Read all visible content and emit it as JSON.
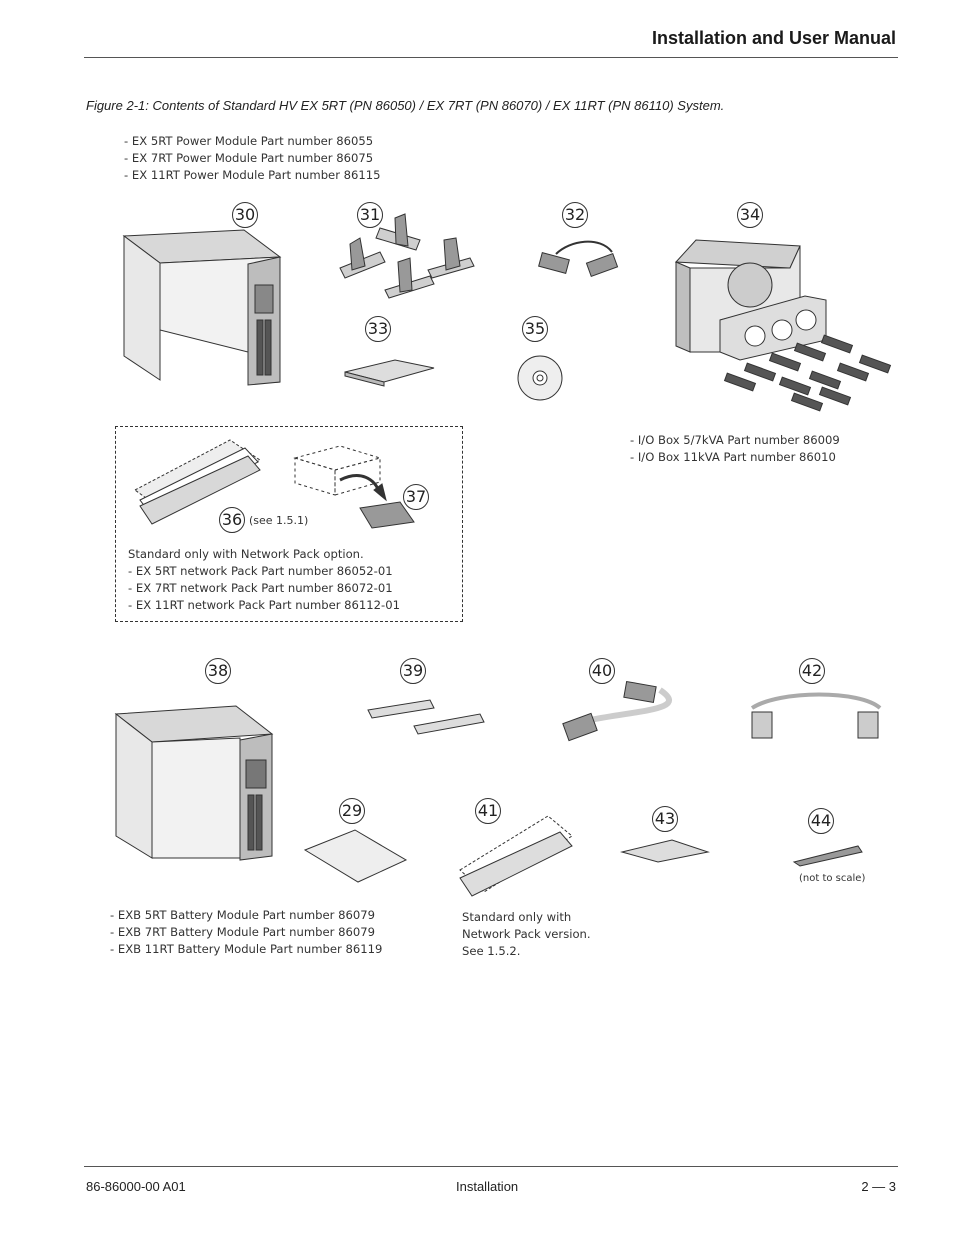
{
  "header": {
    "title": "Installation and User Manual"
  },
  "figure": {
    "caption": "Figure 2-1:  Contents of Standard HV EX 5RT (PN 86050) / EX 7RT (PN 86070) /  EX 11RT  (PN 86110) System.",
    "power_module_lines": [
      "- EX 5RT Power Module Part number 86055",
      "- EX 7RT Power Module Part number 86075",
      "- EX 11RT Power Module Part number 86115"
    ],
    "io_box_lines": [
      "- I/O Box 5/7kVA Part number 86009",
      "- I/O Box 11kVA Part number 86010"
    ],
    "network_pack": {
      "see_note": "(see 1.5.1)",
      "lines": [
        "Standard only with Network Pack option.",
        "- EX 5RT network Pack Part number 86052-01",
        "- EX 7RT network Pack Part number 86072-01",
        "- EX 11RT network Pack Part number 86112-01"
      ]
    },
    "battery_lines": [
      "- EXB 5RT Battery Module Part number 86079",
      "- EXB 7RT Battery Module Part number 86079",
      "- EXB 11RT Battery Module Part number 86119"
    ],
    "network_version_lines": [
      "Standard only with",
      "Network Pack version.",
      "See 1.5.2."
    ],
    "not_to_scale": "(not to scale)",
    "callouts": {
      "c30": "30",
      "c31": "31",
      "c32": "32",
      "c34": "34",
      "c33": "33",
      "c35": "35",
      "c36": "36",
      "c37": "37",
      "c38": "38",
      "c39": "39",
      "c40": "40",
      "c42": "42",
      "c29": "29",
      "c41": "41",
      "c43": "43",
      "c44": "44"
    }
  },
  "footer": {
    "doc_number": "86-86000-00 A01",
    "section": "Installation",
    "page": "2 — 3"
  }
}
